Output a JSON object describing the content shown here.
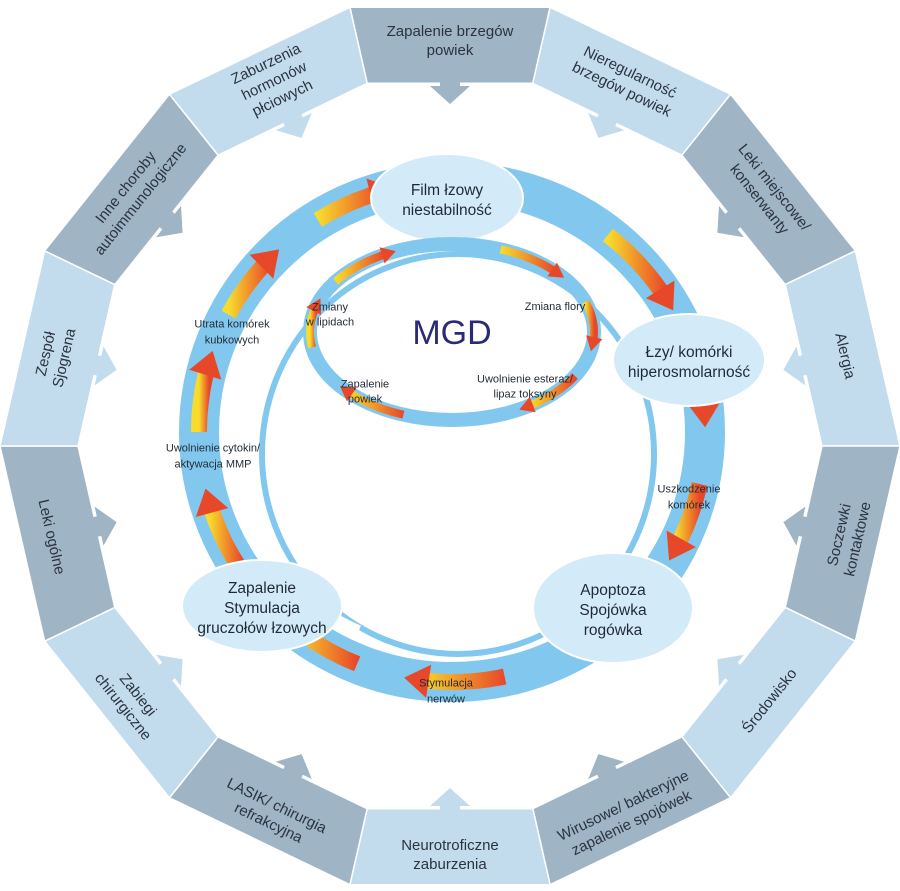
{
  "center": "MGD",
  "outer_ring": [
    {
      "label": "Zapalenie brzegów\npowiek",
      "tone": "dark"
    },
    {
      "label": "Nieregularność\nbrzegów powiek",
      "tone": "light"
    },
    {
      "label": "Leki miejscowe/\nkonserwanty",
      "tone": "dark"
    },
    {
      "label": "Alergia",
      "tone": "light"
    },
    {
      "label": "Soczewki\nkontaktowe",
      "tone": "dark"
    },
    {
      "label": "Środowisko",
      "tone": "light"
    },
    {
      "label": "Wirusowe/ bakteryjne\nzapalenie spojówek",
      "tone": "dark"
    },
    {
      "label": "Neurotroficzne\nzaburzenia",
      "tone": "light"
    },
    {
      "label": "LASIK/ chirurgia\nrefrakcyjna",
      "tone": "dark"
    },
    {
      "label": "Zabiegi\nchirurgiczne",
      "tone": "light"
    },
    {
      "label": "Leki ogólne",
      "tone": "dark"
    },
    {
      "label": "Zespół\nSjogrena",
      "tone": "light"
    },
    {
      "label": "Inne choroby\nautoimmunologiczne",
      "tone": "dark"
    },
    {
      "label": "Zaburzenia\nhormonów\npłciowych",
      "tone": "light"
    }
  ],
  "cycle_nodes": [
    {
      "label": "Film łzowy\nniestabilność"
    },
    {
      "label": "Łzy/ komórki\nhiperosmolarność"
    },
    {
      "label": "Apoptoza\nSpojówka\nrogówka"
    },
    {
      "label": "Zapalenie\nStymulacja\ngruczołów łzowych"
    }
  ],
  "cycle_labels": [
    {
      "label": "Uszkodzenie\nkomórek"
    },
    {
      "label": "Stymulacja\nnerwów"
    },
    {
      "label": "Uwolnienie cytokin/\naktywacja MMP"
    },
    {
      "label": "Utrata komórek\nkubkowych"
    }
  ],
  "inner_labels": [
    {
      "label": "Zmiana flory"
    },
    {
      "label": "Uwolnienie esteraz/\nlipaz toksyny"
    },
    {
      "label": "Zapalenie\npowiek"
    },
    {
      "label": "Zmiany\nw lipidach"
    }
  ],
  "colors": {
    "segment_dark": "#9fb4c4",
    "segment_light": "#c3dced",
    "ring_blue": "#82c8ee",
    "node_fill": "#d3eaf8",
    "arrow_start": "#f8dc2c",
    "arrow_end": "#e8482a",
    "center_text": "#2a2a78"
  }
}
